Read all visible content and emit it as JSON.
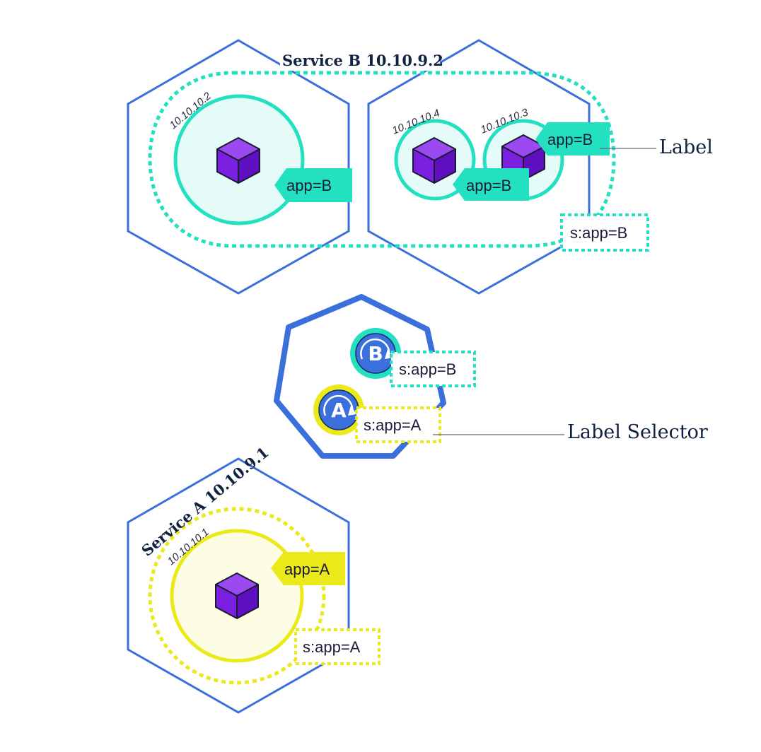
{
  "colors": {
    "node_outline": "#3b6fdc",
    "service_b": "#23e0c0",
    "service_a": "#eaea1a",
    "pod_b_fill": "#e4fbf8",
    "pod_a_fill": "#fdfde4",
    "cube": "#7b1fe0"
  },
  "service_b": {
    "title": "Service B 10.10.9.2",
    "selector_tag": "s:app=B"
  },
  "service_a": {
    "title": "Service A  10.10.9.1",
    "selector_tag": "s:app=A"
  },
  "pods": {
    "pod1": {
      "ip": "10.10.10.2",
      "label": "app=B"
    },
    "pod4": {
      "ip": "10.10.10.4",
      "label": "app=B"
    },
    "pod3": {
      "ip": "10.10.10.3",
      "label": "app=B"
    },
    "pod_a": {
      "ip": "10.10.10.1",
      "label": "app=A"
    }
  },
  "control": {
    "badge_b_letter": "B",
    "badge_a_letter": "A",
    "selector_b": "s:app=B",
    "selector_a": "s:app=A"
  },
  "callouts": {
    "label": "Label",
    "label_selector": "Label Selector"
  },
  "icons": {
    "pod": "cube-icon",
    "service": "refresh-arrows-icon"
  }
}
